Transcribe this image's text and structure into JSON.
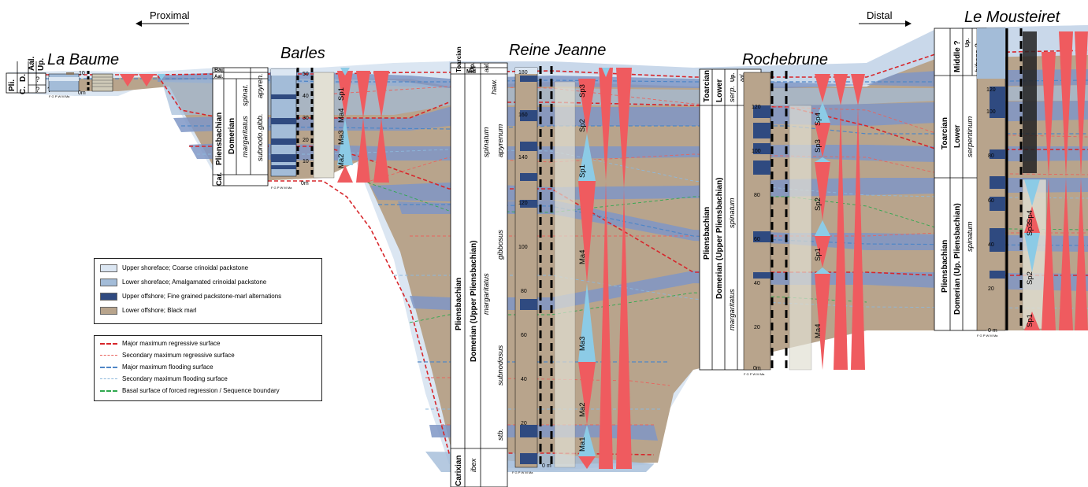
{
  "direction": {
    "proximal": "Proximal",
    "distal": "Distal"
  },
  "sites": {
    "la_baume": {
      "title": "La Baume",
      "stages": [
        "Pli.",
        "C.",
        "D.",
        "Aal.",
        "Up."
      ],
      "unknown": [
        "?",
        "?",
        "?"
      ],
      "ticks": [
        "10",
        "0m"
      ]
    },
    "barles": {
      "title": "Barles",
      "stages": [
        "Baj.",
        "Aal.",
        "Pliensbachian",
        "Domerian",
        "Car."
      ],
      "zones": [
        "spinat.",
        "apyren.",
        "gibb.",
        "margaritatus",
        "subnodo."
      ],
      "ticks": [
        "50",
        "40",
        "30",
        "20",
        "10",
        "0m"
      ],
      "sequences": [
        "Sp1",
        "Ma4",
        "Ma3",
        "Ma2"
      ]
    },
    "reine_jeanne": {
      "title": "Reine Jeanne",
      "stages": [
        "Toarcian",
        "Up.",
        "aal.",
        "Mid",
        "Pliensbachian",
        "Domerian (Upper Pliensbachian)",
        "Carixian",
        "ibex"
      ],
      "zones": [
        "haw.",
        "spinatum",
        "apyrenum",
        "gibbosus",
        "margaritatus",
        "subnodosus",
        "stb."
      ],
      "ticks": [
        "180",
        "160",
        "140",
        "120",
        "100",
        "80",
        "60",
        "40",
        "20",
        "0 m"
      ],
      "sequences": [
        "Sp3",
        "Sp2",
        "Sp1",
        "Ma4",
        "Ma3",
        "Ma2",
        "Ma1"
      ]
    },
    "rochebrune": {
      "title": "Rochebrune",
      "stages": [
        "Toarcian",
        "Lower",
        "Up.",
        "aal.",
        "serp.",
        "Pliensbachian",
        "Domerian (Upper Pliensbachian)"
      ],
      "zones": [
        "spinatum",
        "margaritatus"
      ],
      "ticks": [
        "120",
        "100",
        "80",
        "60",
        "40",
        "20",
        "0m"
      ],
      "sequences": [
        "Sp4",
        "Sp3",
        "Sp2",
        "Sp1",
        "Ma4"
      ]
    },
    "le_mousteiret": {
      "title": "Le Mousteiret",
      "stages": [
        "Middle ?",
        "Up.",
        "Toarcian",
        "Lower",
        "Pliensbachian",
        "Domerian (Up. Pliensbachian)"
      ],
      "zones": [
        "bifrons ?",
        "serpentinum",
        "spinatum"
      ],
      "ticks": [
        "120",
        "100",
        "80",
        "60",
        "40",
        "20",
        "0 m"
      ],
      "sequences": [
        "Sp4",
        "Sp3",
        "Sp2",
        "Sp1"
      ]
    }
  },
  "grain_scale": "F G P W M Ma",
  "legend_facies": [
    {
      "label": "Upper shoreface; Coarse crinoidal packstone",
      "color": "#dbe6f2"
    },
    {
      "label": "Lower shoreface; Amalgamated crinoidal packstone",
      "color": "#a3bcd8"
    },
    {
      "label": "Upper offshore; Fine grained packstone-marl alternations",
      "color": "#2f4a80"
    },
    {
      "label": "Lower offshore; Black marl",
      "color": "#b8a48c"
    }
  ],
  "legend_surfaces": [
    {
      "label": "Major maximum regressive surface",
      "color": "#d7262b",
      "style": "major"
    },
    {
      "label": "Secondary maximum regressive surface",
      "color": "#e8635d",
      "style": "minor"
    },
    {
      "label": "Major maximum flooding surface",
      "color": "#4f86c6",
      "style": "major"
    },
    {
      "label": "Secondary maximum flooding surface",
      "color": "#8db8dc",
      "style": "minor"
    },
    {
      "label": "Basal surface of forced regression / Sequence boundary",
      "color": "#2fa84f",
      "style": "major"
    }
  ]
}
